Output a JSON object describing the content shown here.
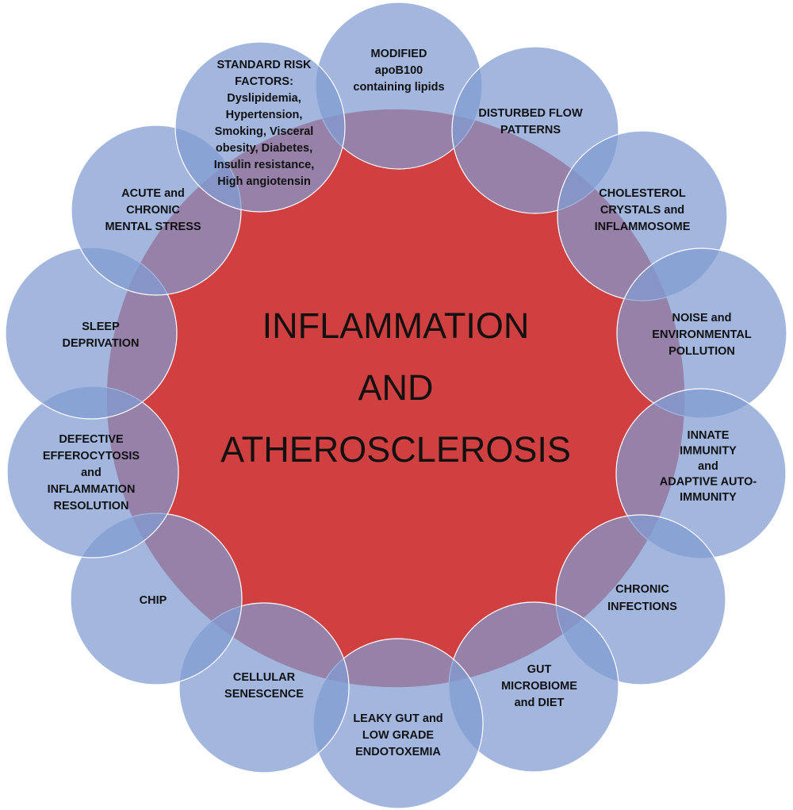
{
  "diagram": {
    "center": {
      "lines": [
        "INFLAMMATION",
        "AND",
        "ATHEROSCLEROSIS"
      ],
      "fill": "#d04040"
    },
    "satellite_fill": "#7f9bd1",
    "satellites": [
      {
        "id": "modified-apob100",
        "lines": [
          "MODIFIED",
          "apoB100",
          "containing lipids"
        ]
      },
      {
        "id": "disturbed-flow",
        "lines": [
          "DISTURBED FLOW",
          "PATTERNS"
        ]
      },
      {
        "id": "cholesterol-crystals",
        "lines": [
          "CHOLESTEROL",
          "CRYSTALS and",
          "INFLAMMOSOME"
        ]
      },
      {
        "id": "noise-pollution",
        "lines": [
          "NOISE and",
          "ENVIRONMENTAL",
          "POLLUTION"
        ]
      },
      {
        "id": "innate-immunity",
        "lines": [
          "INNATE",
          "IMMUNITY",
          "and",
          "ADAPTIVE AUTO-",
          "IMMUNITY"
        ]
      },
      {
        "id": "chronic-infections",
        "lines": [
          "CHRONIC",
          "INFECTIONS"
        ]
      },
      {
        "id": "gut-microbiome",
        "lines": [
          "GUT",
          "MICROBIOME",
          "and DIET"
        ]
      },
      {
        "id": "leaky-gut",
        "lines": [
          "LEAKY GUT and",
          "LOW GRADE",
          "ENDOTOXEMIA"
        ]
      },
      {
        "id": "cellular-senescence",
        "lines": [
          "CELLULAR",
          "SENESCENCE"
        ]
      },
      {
        "id": "chip",
        "lines": [
          "CHIP"
        ]
      },
      {
        "id": "defective-efferocytosis",
        "lines": [
          "DEFECTIVE",
          "EFFEROCYTOSIS",
          "and",
          "INFLAMMATION",
          "RESOLUTION"
        ]
      },
      {
        "id": "sleep-deprivation",
        "lines": [
          "SLEEP",
          "DEPRIVATION"
        ]
      },
      {
        "id": "mental-stress",
        "lines": [
          "ACUTE and",
          "CHRONIC",
          "MENTAL STRESS"
        ]
      },
      {
        "id": "standard-risk-factors",
        "lines": [
          "STANDARD RISK",
          "FACTORS:",
          "Dyslipidemia,",
          "Hypertension,",
          "Smoking, Visceral",
          "obesity, Diabetes,",
          "Insulin resistance,",
          "High angiotensin"
        ]
      }
    ]
  }
}
